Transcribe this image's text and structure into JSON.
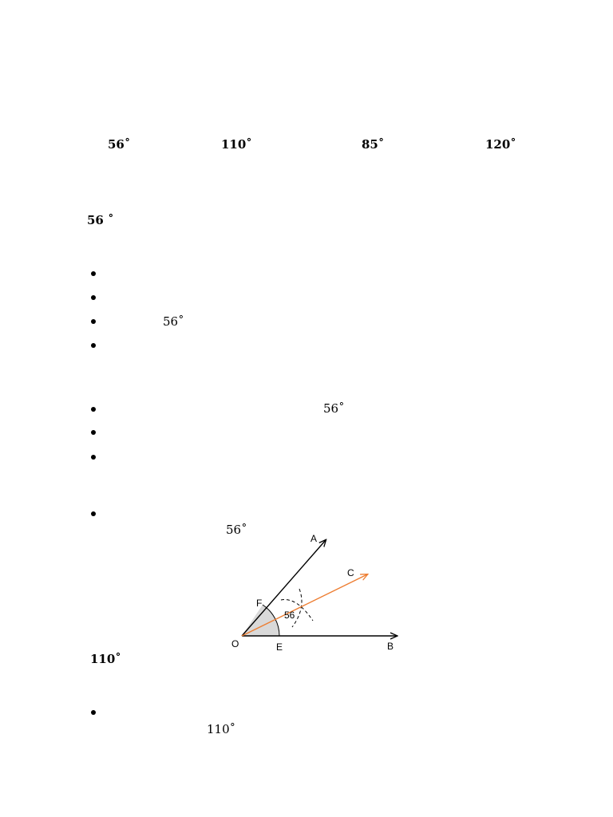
{
  "header_angles": [
    "56˚",
    "110˚",
    "85˚",
    "120˚"
  ],
  "section_56": {
    "heading": "56 ˚",
    "list1": [
      "",
      "",
      "56˚",
      ""
    ],
    "list2": [
      "56˚",
      "",
      ""
    ],
    "list3": [
      ""
    ],
    "figure_caption": "56˚"
  },
  "figure": {
    "labels": {
      "O": "O",
      "A": "A",
      "B": "B",
      "C": "C",
      "E": "E",
      "F": "F"
    },
    "angle_label": "56",
    "bisector_color": "#ed7d31"
  },
  "section_110": {
    "heading": "110˚",
    "list1": [
      ""
    ],
    "caption": "110˚"
  }
}
